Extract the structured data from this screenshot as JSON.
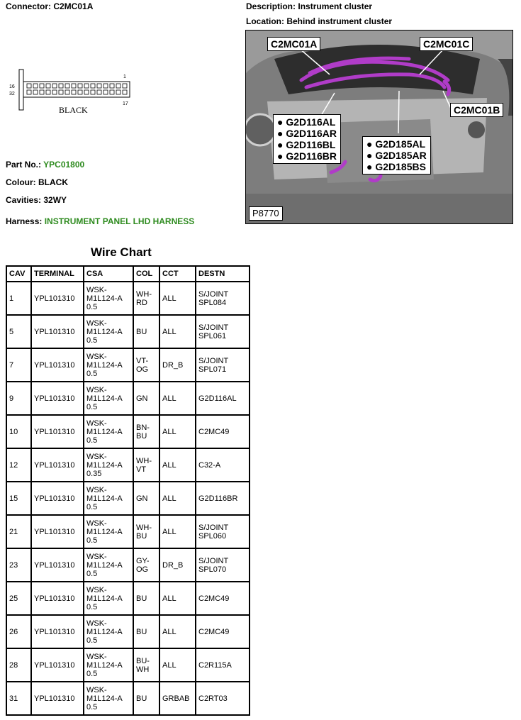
{
  "connector": {
    "label": "Connector:",
    "value": "C2MC01A"
  },
  "description": {
    "label": "Description:",
    "value": "Instrument cluster"
  },
  "location": {
    "label": "Location:",
    "value": "Behind instrument cluster"
  },
  "diagram": {
    "pin_top_right": "1",
    "pin_bottom_right": "17",
    "row1_left": "16",
    "row2_left": "32",
    "colour_text": "BLACK"
  },
  "part_no": {
    "label": "Part No.:",
    "value": "YPC01800"
  },
  "colour": {
    "label": "Colour:",
    "value": "BLACK"
  },
  "cavities": {
    "label": "Cavities:",
    "value": "32WY"
  },
  "harness": {
    "label": "Harness:",
    "value": "INSTRUMENT PANEL LHD HARNESS"
  },
  "photo": {
    "c2mc01a": "C2MC01A",
    "c2mc01c": "C2MC01C",
    "c2mc01b": "C2MC01B",
    "left_list": [
      "G2D116AL",
      "G2D116AR",
      "G2D116BL",
      "G2D116BR"
    ],
    "right_list": [
      "G2D185AL",
      "G2D185AR",
      "G2D185BS"
    ],
    "ref": "P8770"
  },
  "wire_chart": {
    "title": "Wire Chart",
    "headers": [
      "CAV",
      "TERMINAL",
      "CSA",
      "COL",
      "CCT",
      "DESTN"
    ],
    "rows": [
      [
        "1",
        "YPL101310",
        "WSK-M1L124-A 0.5",
        "WH-RD",
        "ALL",
        "S/JOINT SPL084"
      ],
      [
        "5",
        "YPL101310",
        "WSK-M1L124-A 0.5",
        "BU",
        "ALL",
        "S/JOINT SPL061"
      ],
      [
        "7",
        "YPL101310",
        "WSK-M1L124-A 0.5",
        "VT-OG",
        "DR_B",
        "S/JOINT SPL071"
      ],
      [
        "9",
        "YPL101310",
        "WSK-M1L124-A 0.5",
        "GN",
        "ALL",
        "G2D116AL"
      ],
      [
        "10",
        "YPL101310",
        "WSK-M1L124-A 0.5",
        "BN-BU",
        "ALL",
        "C2MC49"
      ],
      [
        "12",
        "YPL101310",
        "WSK-M1L124-A 0.35",
        "WH-VT",
        "ALL",
        "C32-A"
      ],
      [
        "15",
        "YPL101310",
        "WSK-M1L124-A 0.5",
        "GN",
        "ALL",
        "G2D116BR"
      ],
      [
        "21",
        "YPL101310",
        "WSK-M1L124-A 0.5",
        "WH-BU",
        "ALL",
        "S/JOINT SPL060"
      ],
      [
        "23",
        "YPL101310",
        "WSK-M1L124-A 0.5",
        "GY-OG",
        "DR_B",
        "S/JOINT SPL070"
      ],
      [
        "25",
        "YPL101310",
        "WSK-M1L124-A 0.5",
        "BU",
        "ALL",
        "C2MC49"
      ],
      [
        "26",
        "YPL101310",
        "WSK-M1L124-A 0.5",
        "BU",
        "ALL",
        "C2MC49"
      ],
      [
        "28",
        "YPL101310",
        "WSK-M1L124-A 0.5",
        "BU-WH",
        "ALL",
        "C2R115A"
      ],
      [
        "31",
        "YPL101310",
        "WSK-M1L124-A 0.5",
        "BU",
        "GRBAB",
        "C2RT03"
      ]
    ]
  },
  "colors": {
    "green": "#2e8b1f",
    "wire": "#b03cc8"
  }
}
